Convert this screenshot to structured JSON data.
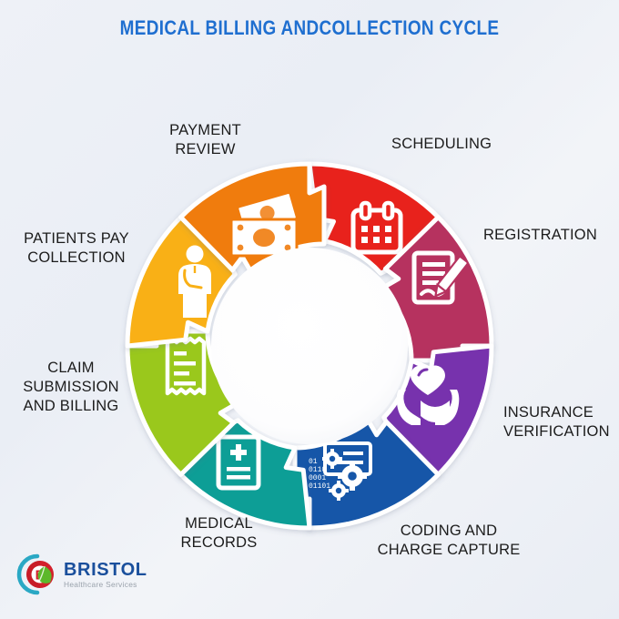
{
  "title": "MEDICAL BILLING ANDCOLLECTION CYCLE",
  "title_color": "#1f6fd0",
  "background_color": "#eef1f6",
  "diagram": {
    "type": "cycle-donut",
    "direction": "clockwise",
    "segment_count": 8,
    "hub_color": "#ffffff",
    "segments": [
      {
        "id": "scheduling",
        "label": "SCHEDULING",
        "order": 1,
        "color": "#e8231a",
        "icon": "calendar-icon",
        "start_angle": -90,
        "end_angle": -45
      },
      {
        "id": "registration",
        "label": "REGISTRATION",
        "order": 2,
        "color": "#b6325f",
        "icon": "document-pencil-icon",
        "start_angle": -45,
        "end_angle": 0
      },
      {
        "id": "insurance-verification",
        "label": "INSURANCE\nVERIFICATION",
        "order": 3,
        "color": "#7733ad",
        "icon": "hands-heart-icon",
        "start_angle": 0,
        "end_angle": 45
      },
      {
        "id": "coding-and-charge-capture",
        "label": "CODING AND\nCHARGE CAPTURE",
        "order": 4,
        "color": "#1256a8",
        "icon": "binary-gears-icon",
        "start_angle": 45,
        "end_angle": 90
      },
      {
        "id": "medical-records",
        "label": "MEDICAL\nRECORDS",
        "order": 5,
        "color": "#0e9e96",
        "icon": "medical-record-icon",
        "start_angle": 90,
        "end_angle": 135
      },
      {
        "id": "claim-submission-and-billing",
        "label": "CLAIM\nSUBMISSION\nAND BILLING",
        "order": 6,
        "color": "#9ac81e",
        "icon": "invoice-receipt-icon",
        "start_angle": 135,
        "end_angle": 180
      },
      {
        "id": "patients-pay-collection",
        "label": "PATIENTS PAY\nCOLLECTION",
        "order": 7,
        "color": "#f9b012",
        "icon": "patient-person-icon",
        "start_angle": 180,
        "end_angle": 225
      },
      {
        "id": "payment-review",
        "label": "PAYMENT\nREVIEW",
        "order": 8,
        "color": "#f07c11",
        "icon": "cash-money-icon",
        "start_angle": 225,
        "end_angle": 270
      }
    ]
  },
  "logo": {
    "name": "BRISTOL",
    "tagline": "Healthcare Services",
    "name_color": "#1a4f9c",
    "tagline_color": "#9aa2ac",
    "mark": "bristol-circle-logo-icon"
  }
}
